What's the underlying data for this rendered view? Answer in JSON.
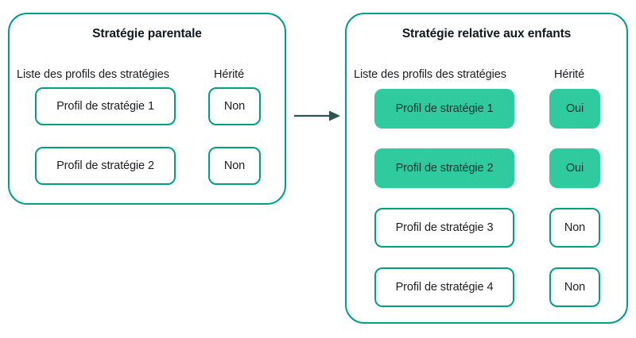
{
  "diagram": {
    "title_semantic": "strategy-profile-inheritance",
    "colors": {
      "panel_border": "#00a183",
      "box_border": "#00a183",
      "inherited_fill": "#2fcb9e",
      "arrow": "#2a5550",
      "text": "#1b1f23",
      "title_text": "#101820",
      "background": "#ffffff"
    },
    "arrow": {
      "icon": "arrow-right-icon",
      "direction": "left-to-right"
    },
    "panels": [
      {
        "id": "parent",
        "title": "Stratégie parentale",
        "columns": {
          "profiles": "Liste des profils des stratégies",
          "inherited": "Hérité"
        },
        "rows": [
          {
            "profile": "Profil de stratégie 1",
            "inherited": "Non",
            "highlighted": false
          },
          {
            "profile": "Profil de stratégie 2",
            "inherited": "Non",
            "highlighted": false
          }
        ]
      },
      {
        "id": "child",
        "title": "Stratégie relative aux enfants",
        "columns": {
          "profiles": "Liste des profils des stratégies",
          "inherited": "Hérité"
        },
        "rows": [
          {
            "profile": "Profil de stratégie 1",
            "inherited": "Oui",
            "highlighted": true
          },
          {
            "profile": "Profil de stratégie 2",
            "inherited": "Oui",
            "highlighted": true
          },
          {
            "profile": "Profil de stratégie 3",
            "inherited": "Non",
            "highlighted": false
          },
          {
            "profile": "Profil de stratégie 4",
            "inherited": "Non",
            "highlighted": false
          }
        ]
      }
    ]
  }
}
